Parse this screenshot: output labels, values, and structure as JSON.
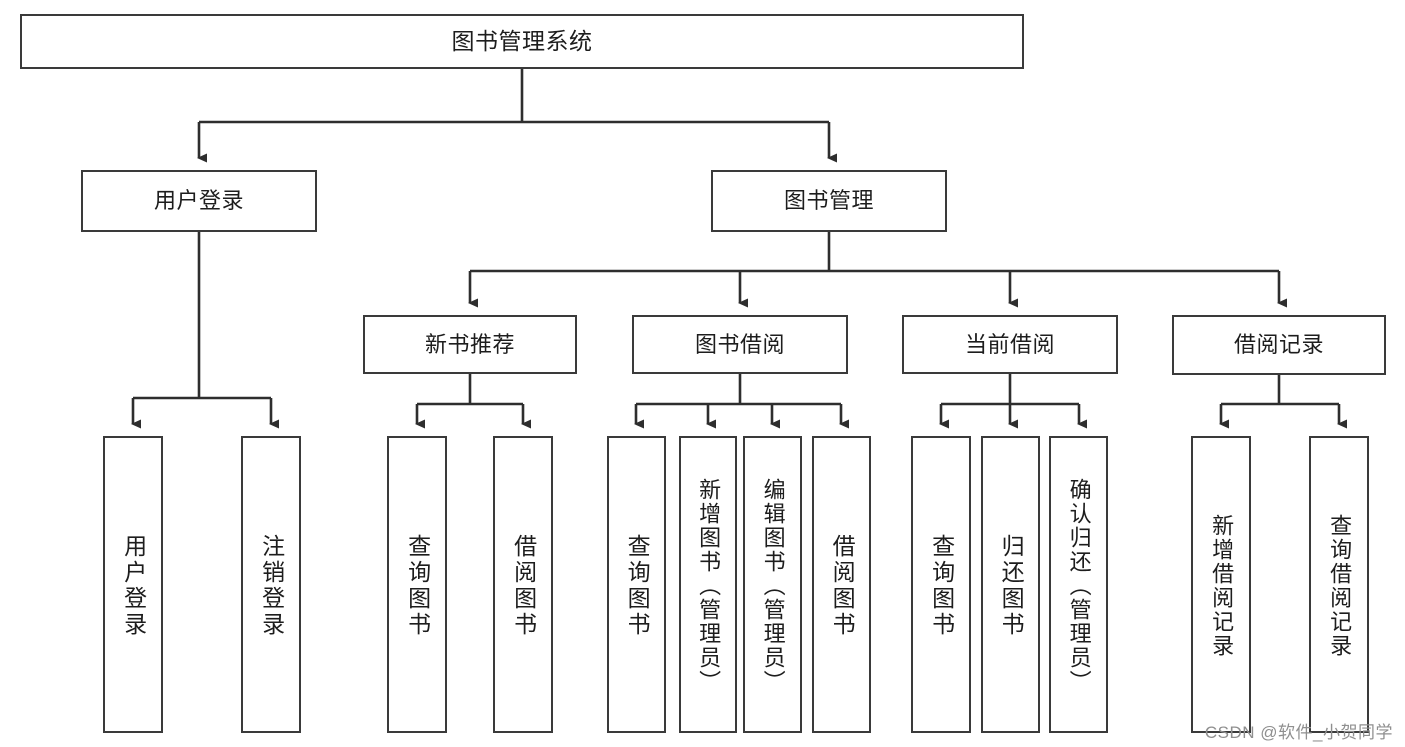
{
  "diagram": {
    "type": "tree-hierarchy-chart",
    "title": "图书管理系统",
    "watermark": "CSDN @软件_小贺同学",
    "colors": {
      "box_border": "#3a3a3a",
      "box_fill": "#ffffff",
      "text": "#1d1d1d",
      "watermark": "#8f8f8f"
    },
    "root": {
      "label": "图书管理系统"
    },
    "level2": [
      {
        "label": "用户登录"
      },
      {
        "label": "图书管理"
      }
    ],
    "level3": [
      {
        "label": "新书推荐"
      },
      {
        "label": "图书借阅"
      },
      {
        "label": "当前借阅"
      },
      {
        "label": "借阅记录"
      }
    ],
    "leaves": {
      "user_login": [
        {
          "label": "用户登录"
        },
        {
          "label": "注销登录"
        }
      ],
      "new_book_recommend": [
        {
          "label": "查询图书"
        },
        {
          "label": "借阅图书"
        }
      ],
      "book_borrow": [
        {
          "label": "查询图书"
        },
        {
          "label": "新增图书（管理员）"
        },
        {
          "label": "编辑图书（管理员）"
        },
        {
          "label": "借阅图书"
        }
      ],
      "current_borrow": [
        {
          "label": "查询图书"
        },
        {
          "label": "归还图书"
        },
        {
          "label": "确认归还（管理员）"
        }
      ],
      "borrow_record": [
        {
          "label": "新增借阅记录"
        },
        {
          "label": "查询借阅记录"
        }
      ]
    }
  }
}
